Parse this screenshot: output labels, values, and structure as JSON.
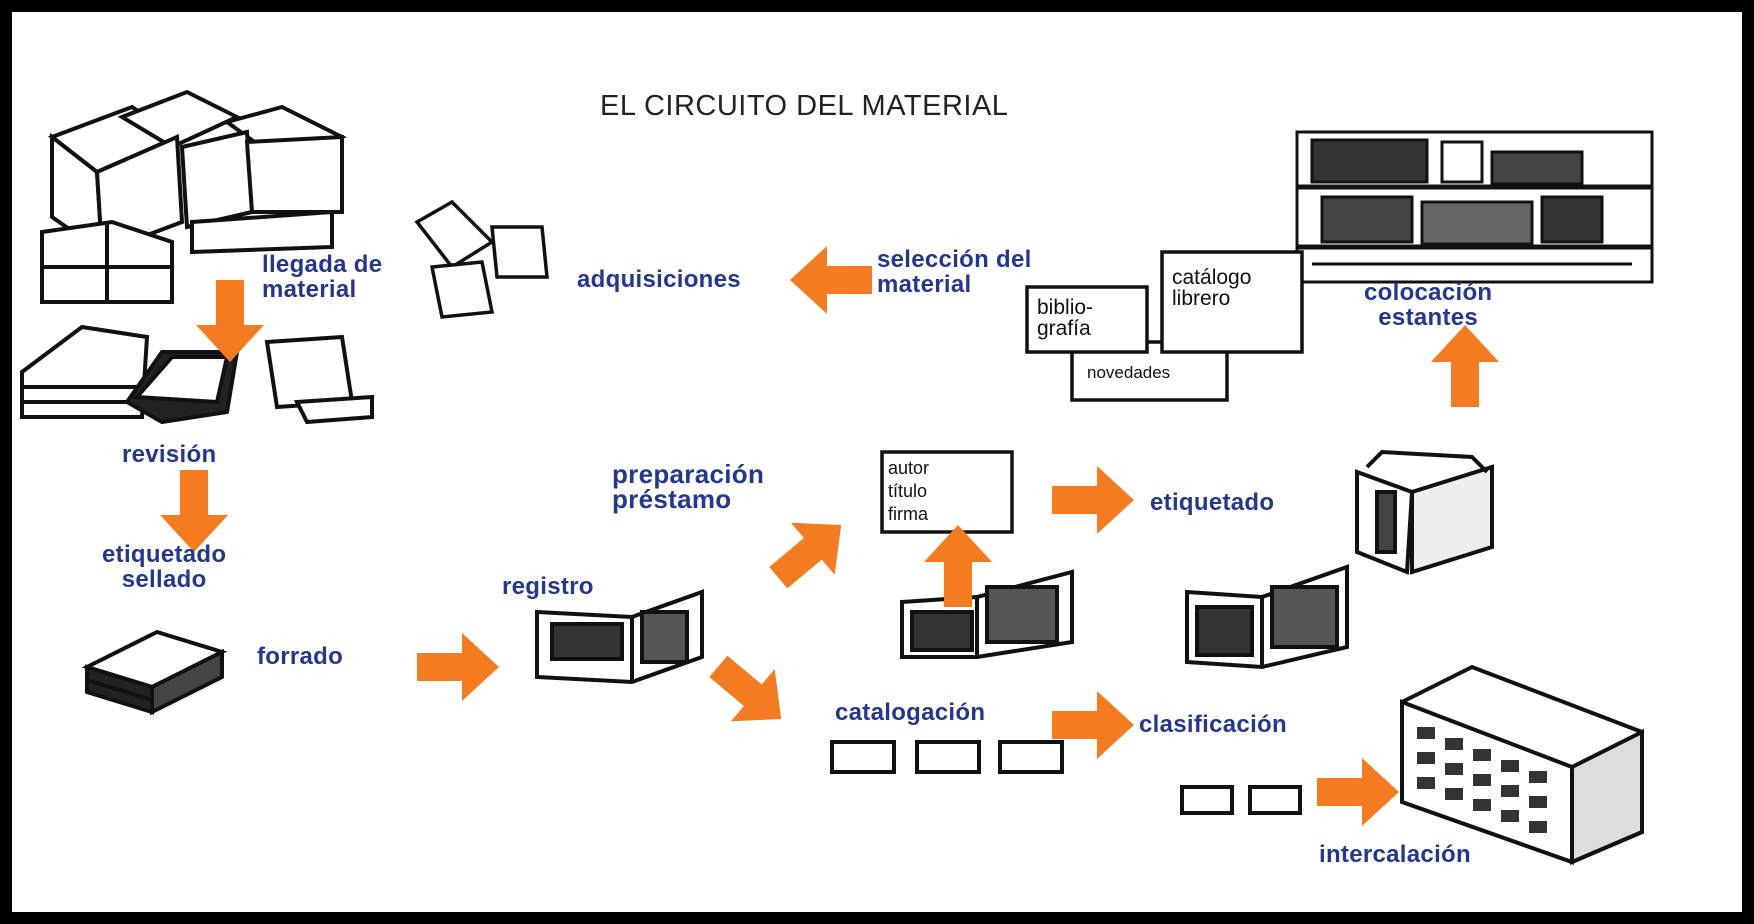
{
  "title": "EL CIRCUITO DEL MATERIAL",
  "colors": {
    "arrow": "#f47b20",
    "label": "#24378f",
    "frame": "#000000",
    "background": "#ffffff"
  },
  "labels": {
    "llegada_l1": "llegada de",
    "llegada_l2": "material",
    "adquisiciones": "adquisiciones",
    "seleccion_l1": "selección del",
    "seleccion_l2": "material",
    "colocacion_l1": "colocación",
    "colocacion_l2": "estantes",
    "revision": "revisión",
    "etiq_sellado_l1": "etiquetado",
    "etiq_sellado_l2": "sellado",
    "forrado": "forrado",
    "registro": "registro",
    "preparacion_l1": "preparación",
    "preparacion_l2": "préstamo",
    "etiquetado": "etiquetado",
    "catalogacion": "catalogación",
    "clasificacion": "clasificación",
    "intercalacion": "intercalación"
  },
  "boxes": {
    "bibliografia_l1": "biblio-",
    "bibliografia_l2": "grafía",
    "catalogo_l1": "catálogo",
    "catalogo_l2": "librero",
    "novedades": "novedades",
    "card_line1": "autor",
    "card_line2": "título",
    "card_line3": "firma"
  },
  "icons": [
    "boxes-icon",
    "papers-icon",
    "books-icon",
    "bookshelf-icon",
    "open-book-icon",
    "card-drawer-icon",
    "stacked-books-icon",
    "catalog-card-icon"
  ]
}
